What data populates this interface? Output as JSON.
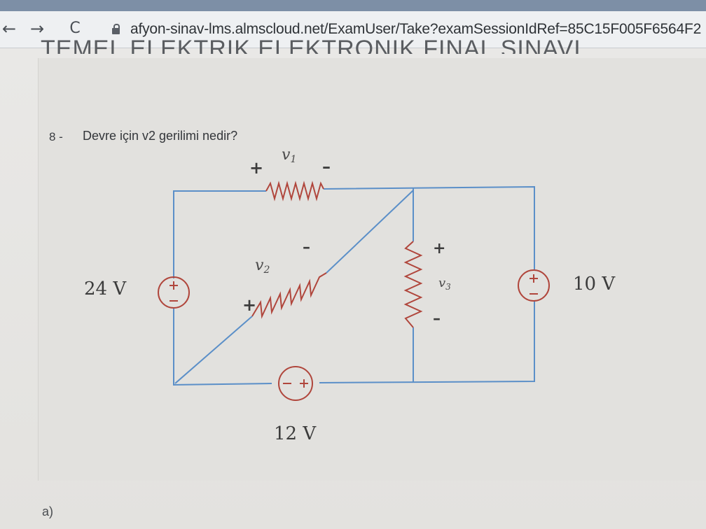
{
  "browser": {
    "back": "←",
    "forward": "→",
    "reload": "C",
    "url": "afyon-sinav-lms.almscloud.net/ExamUser/Take?examSessionIdRef=85C15F005F6564F2"
  },
  "exam": {
    "title": "TEMEL ELEKTRİK ELEKTRONİK FİNAL SINAVI"
  },
  "question": {
    "number": "8 -",
    "text": "Devre için v2 gerilimi nedir?",
    "answer_label": "a)"
  },
  "circuit": {
    "v1_label": "v",
    "v1_sub": "1",
    "v2_label": "v",
    "v2_sub": "2",
    "v3_label": "v",
    "v3_sub": "3",
    "plus": "+",
    "minus": "–",
    "source_left": "24 V",
    "source_right": "10 V",
    "source_bottom": "12 V",
    "wire_color": "#5b8fc8",
    "element_color": "#b0463c"
  }
}
